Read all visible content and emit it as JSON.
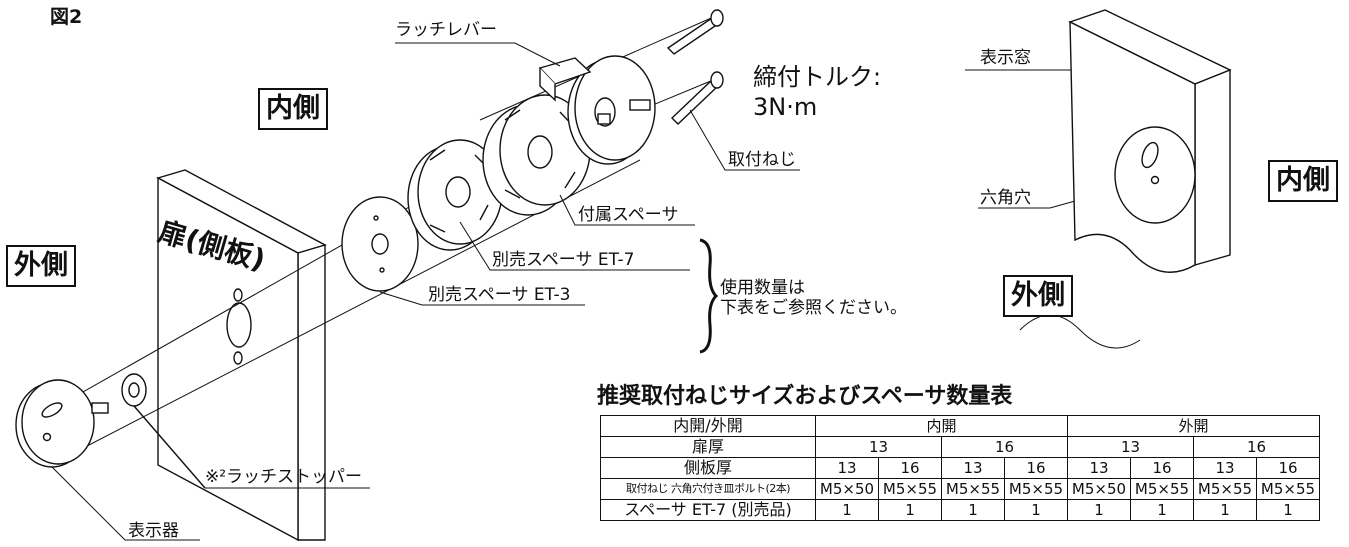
{
  "figure": {
    "number": "図2",
    "labels": {
      "latch_lever": "ラッチレバー",
      "inside_main": "内側",
      "outside_main": "外側",
      "door_side_panel": "扉(側板)",
      "torque_line1": "締付トルク:",
      "torque_line2": "3N·m",
      "mounting_screw": "取付ねじ",
      "attached_spacer": "付属スペーサ",
      "spacer_et7": "別売スペーサ ET-7",
      "spacer_et3": "別売スペーサ ET-3",
      "usage_note_line1": "使用数量は",
      "usage_note_line2": "下表をご参照ください。",
      "latch_stopper": "※²ラッチストッパー",
      "indicator": "表示器",
      "display_window": "表示窓",
      "hex_hole": "六角穴",
      "inside_right": "内側",
      "outside_right": "外側"
    }
  },
  "table": {
    "title": "推奨取付ねじサイズおよびスペーサ数量表",
    "row_open": {
      "label": "内開/外開",
      "groups": [
        "内開",
        "外開"
      ]
    },
    "row_door": {
      "label": "扉厚",
      "values": [
        "13",
        "16",
        "13",
        "16"
      ]
    },
    "row_panel": {
      "label": "側板厚",
      "values": [
        "13",
        "16",
        "13",
        "16",
        "13",
        "16",
        "13",
        "16"
      ]
    },
    "row_screw": {
      "label": "取付ねじ 六角穴付き皿ボルト(2本)",
      "values": [
        "M5×50",
        "M5×55",
        "M5×55",
        "M5×55",
        "M5×50",
        "M5×55",
        "M5×55",
        "M5×55"
      ]
    },
    "row_et7": {
      "label": "スペーサ ET-7 (別売品)",
      "values": [
        "1",
        "1",
        "1",
        "1",
        "1",
        "1",
        "1",
        "1"
      ]
    }
  }
}
